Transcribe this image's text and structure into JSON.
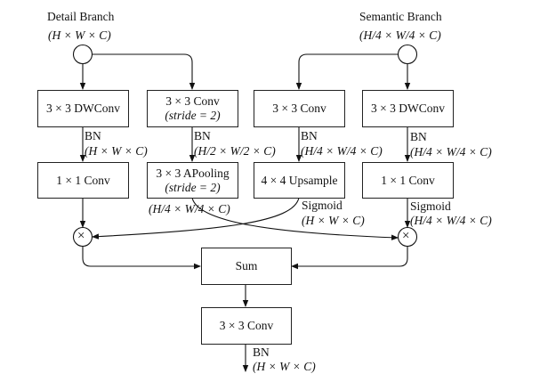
{
  "branches": {
    "detail": {
      "title": "Detail Branch",
      "shape": "(H × W × C)"
    },
    "semantic": {
      "title": "Semantic Branch",
      "shape": "(H/4 × W/4 × C)"
    }
  },
  "row1": [
    {
      "line1": "3 × 3 DWConv",
      "line2": ""
    },
    {
      "line1": "3 × 3 Conv",
      "line2": "(stride = 2)"
    },
    {
      "line1": "3 × 3 Conv",
      "line2": ""
    },
    {
      "line1": "3 × 3 DWConv",
      "line2": ""
    }
  ],
  "row1_edges": [
    {
      "op": "BN",
      "shape": "(H × W × C)"
    },
    {
      "op": "BN",
      "shape": "(H/2 × W/2 × C)"
    },
    {
      "op": "BN",
      "shape": "(H/4 × W/4 × C)"
    },
    {
      "op": "BN",
      "shape": "(H/4 × W/4 × C)"
    }
  ],
  "row2": [
    {
      "line1": "1 × 1 Conv",
      "line2": ""
    },
    {
      "line1": "3 × 3 APooling",
      "line2": "(stride = 2)"
    },
    {
      "line1": "4 × 4 Upsample",
      "line2": ""
    },
    {
      "line1": "1 × 1 Conv",
      "line2": ""
    }
  ],
  "row2_edges": [
    {
      "op": "",
      "shape": ""
    },
    {
      "op": "",
      "shape": "(H/4 × W/4 × C)"
    },
    {
      "op": "Sigmoid",
      "shape": "(H × W × C)"
    },
    {
      "op": "Sigmoid",
      "shape": "(H/4 × W/4 × C)"
    }
  ],
  "multiply_symbol": "×",
  "sum": {
    "label": "Sum"
  },
  "final_conv": {
    "label": "3 × 3 Conv"
  },
  "output_edge": {
    "op": "BN",
    "shape": "(H × W × C)"
  }
}
